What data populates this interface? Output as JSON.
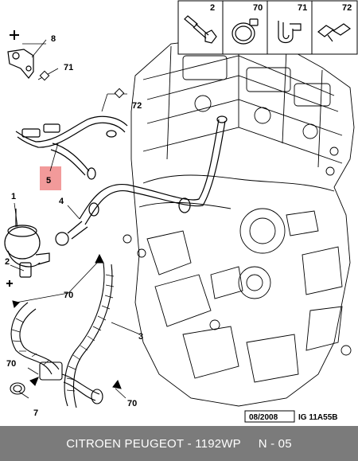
{
  "diagram": {
    "legend_refs": [
      "2",
      "70",
      "71",
      "72"
    ],
    "callouts": {
      "c1": "1",
      "c2": "2",
      "c3": "3",
      "c4": "4",
      "c5": "5",
      "c7": "7",
      "c8": "8",
      "c70a": "70",
      "c70b": "70",
      "c70c": "70",
      "c71": "71",
      "c72": "72"
    },
    "date_code": "08/2008",
    "ref_code": "IG 11A55B"
  },
  "footer": {
    "brand": "CITROEN PEUGEOT",
    "separator": "-",
    "part_number": "1192WP",
    "page": "N - 05"
  },
  "colors": {
    "footer_bg": "#7b7b7b",
    "highlight": "#f29a9a",
    "line": "#000000"
  }
}
